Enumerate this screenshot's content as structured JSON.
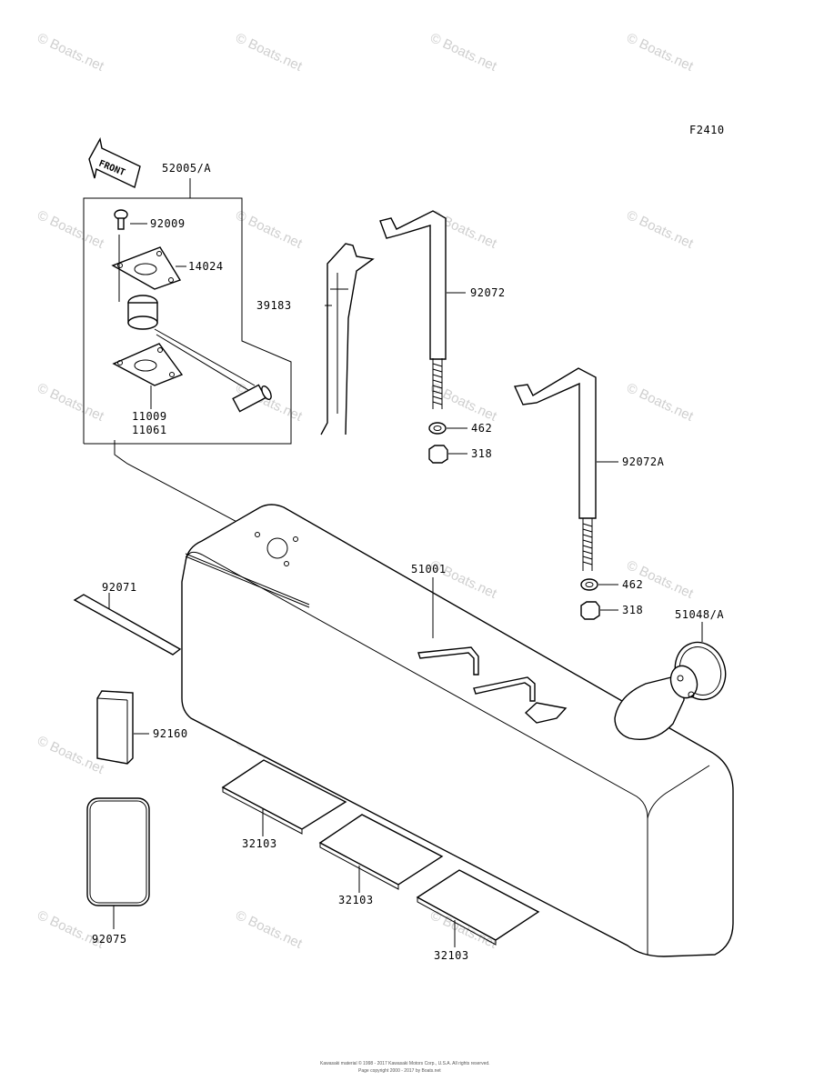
{
  "figure_code": "F2410",
  "front_label": "FRONT",
  "watermark": "© Boats.net",
  "parts": {
    "p52005A": "52005/A",
    "p92009": "92009",
    "p14024": "14024",
    "p11009": "11009",
    "p11061": "11061",
    "p39183": "39183",
    "p92072": "92072",
    "p462a": "462",
    "p318a": "318",
    "p92072A": "92072A",
    "p462b": "462",
    "p318b": "318",
    "p51001": "51001",
    "p51048A": "51048/A",
    "p92071": "92071",
    "p92160": "92160",
    "p32103a": "32103",
    "p32103b": "32103",
    "p32103c": "32103",
    "p92075": "92075"
  },
  "footer": {
    "line1": "Kawasaki material © 1998 - 2017 Kawasaki Motors Corp., U.S.A. All rights reserved.",
    "line2": "Page copyright 2000 - 2017 by Boats.net"
  }
}
